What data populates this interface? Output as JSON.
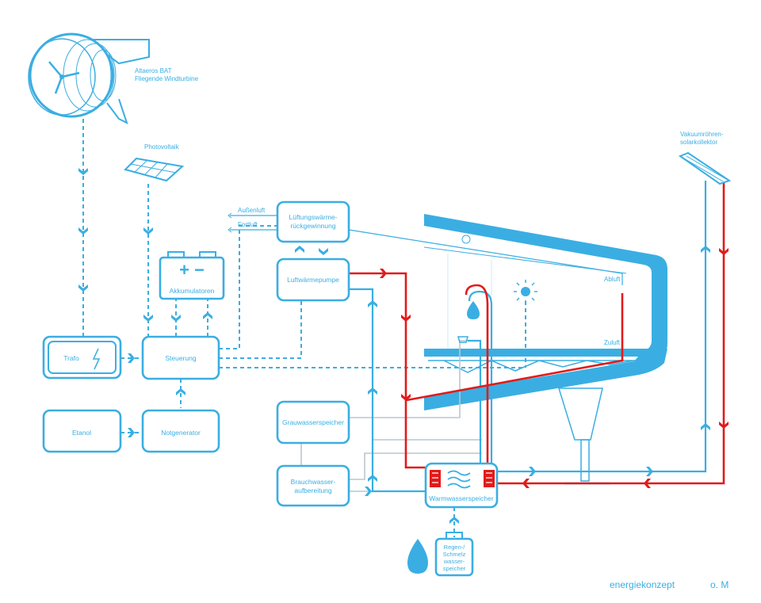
{
  "labels": {
    "wind_turbine_name": "Altaeros BAT",
    "wind_turbine_desc": "Fliegende Windturbine",
    "photovoltaik": "Photovoltaik",
    "akkumulatoren": "Akkumulatoren",
    "trafo": "Trafo",
    "steuerung": "Steuerung",
    "etanol": "Etanol",
    "notgenerator": "Notgenerator",
    "aussenluft": "Außenluft",
    "fortluft": "Fortluft",
    "lwrg_line1": "Lüftungswärme-",
    "lwrg_line2": "rückgewinnung",
    "luftwaermepumpe": "Luftwärmepumpe",
    "grauwasserspeicher": "Grauwasserspeicher",
    "brauchwasser_line1": "Brauchwasser-",
    "brauchwasser_line2": "aufbereitung",
    "warmwasserspeicher": "Warmwasserspeicher",
    "regen_line1": "Regen-/",
    "regen_line2": "Schmelz",
    "regen_line3": "wasser-",
    "regen_line4": "speicher",
    "vakuum_line1": "Vakuumröhren-",
    "vakuum_line2": "solarkollektor",
    "abluft": "Abluft",
    "zuluft": "Zuluft"
  },
  "footer": {
    "title": "energiekonzept",
    "author": "o. M"
  },
  "colors": {
    "blue": "#3aaee2",
    "red": "#e21a1a",
    "grey": "#b9c7cf"
  },
  "icons": [
    "wind-turbine-icon",
    "solar-panel-icon",
    "battery-icon",
    "lightning-icon",
    "water-drop-icon",
    "light-bulb-icon",
    "faucet-icon",
    "solar-collector-icon",
    "waves-icon"
  ]
}
